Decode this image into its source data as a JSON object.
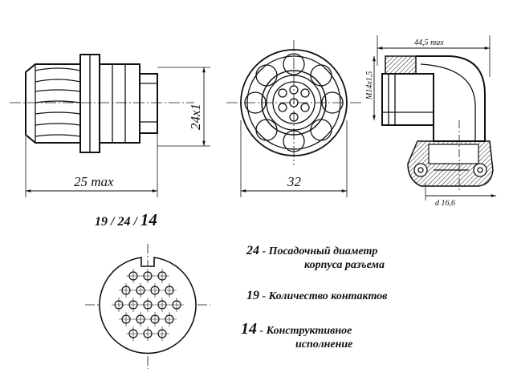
{
  "dimensions": {
    "side_width": "25 max",
    "side_height": "24x1",
    "front_diameter": "32",
    "angle_length": "44,5 max",
    "angle_thread": "M14x1,5",
    "angle_diameter": "d 16,6"
  },
  "designation": {
    "contacts": "19",
    "sep1": " / ",
    "diameter": "24",
    "sep2": " / ",
    "version": "14"
  },
  "legend": [
    {
      "code": "24",
      "dash": " - ",
      "text_line1": "Посадочный диаметр",
      "text_line2": "корпуса разъема"
    },
    {
      "code": "19",
      "dash": " - ",
      "text_line1": "Количество контактов",
      "text_line2": ""
    },
    {
      "code": "14",
      "dash": " - ",
      "text_line1": "Конструктивное",
      "text_line2": "исполнение"
    }
  ]
}
